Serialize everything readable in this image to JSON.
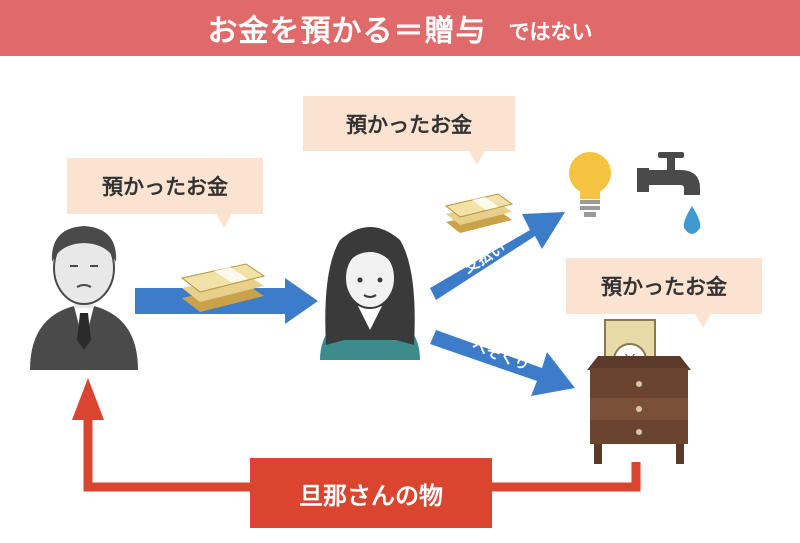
{
  "banner": {
    "main": "お金を預かる＝贈与",
    "sub": "ではない"
  },
  "bubbles": {
    "husband": "預かったお金",
    "wife": "預かったお金",
    "savings": "預かったお金"
  },
  "arrows": {
    "payment": "支払い",
    "stash": "へそくり"
  },
  "owner_box": "旦那さんの物",
  "colors": {
    "banner": "#e06a6a",
    "bubble": "#fbe3d1",
    "arrow_blue": "#3d7cc9",
    "arrow_red": "#d9452f",
    "person": "#4a4a4a"
  },
  "icons": [
    "husband-icon",
    "wife-icon",
    "cash-bundle-icon",
    "light-bulb-icon",
    "water-faucet-icon",
    "chest-of-drawers-icon",
    "yen-banknote-icon"
  ]
}
